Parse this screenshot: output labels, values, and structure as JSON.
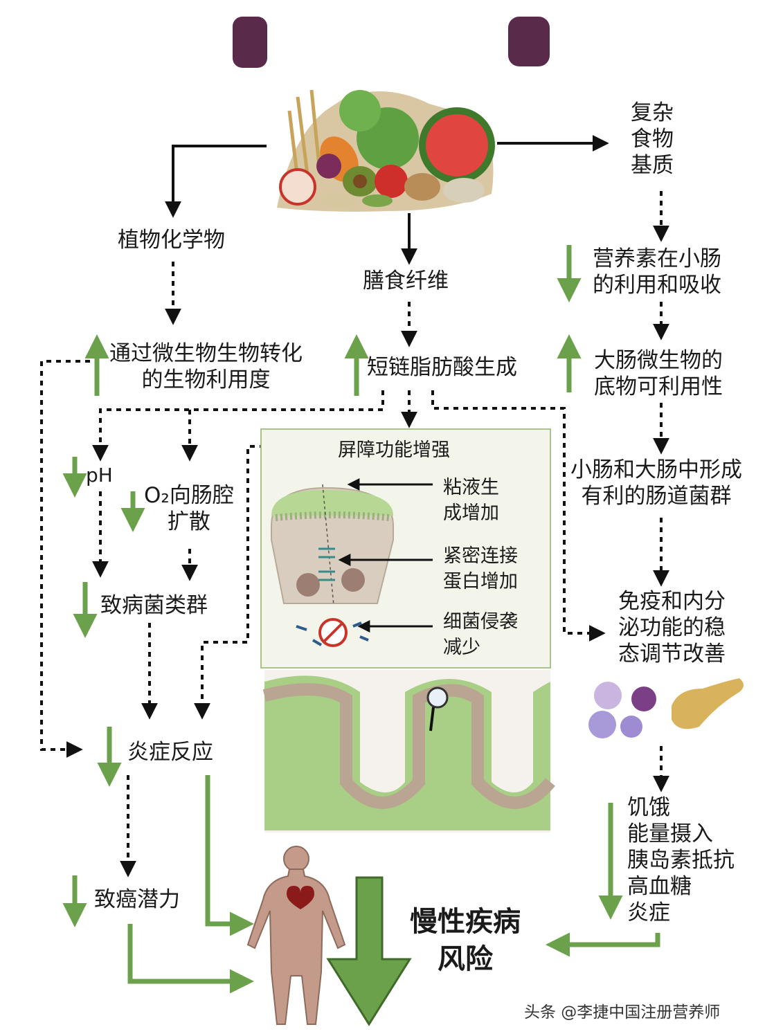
{
  "diagram": {
    "root_to_left": "植物化学物",
    "root_to_mid": "膳食纤维",
    "root_to_right": [
      "复杂",
      "食物",
      "基质"
    ],
    "left_bio": [
      "通过微生物生物转化",
      "的生物利用度"
    ],
    "mid_scfa": "短链脂肪酸生成",
    "right_nutrients": [
      "营养素在小肠",
      "的利用和吸收"
    ],
    "right_substrate": [
      "大肠微生物的",
      "底物可利用性"
    ],
    "right_flora": [
      "小肠和大肠中形成",
      "有利的肠道菌群"
    ],
    "right_homeostasis": [
      "免疫和内分",
      "泌功能的稳",
      "态调节改善"
    ],
    "right_effects": [
      "饥饿",
      "能量摄入",
      "胰岛素抵抗",
      "高血糖",
      "炎症"
    ],
    "ph": "pH",
    "o2": [
      "O₂向肠腔",
      "扩散"
    ],
    "pathogens": "致病菌类群",
    "inflammation": "炎症反应",
    "cancer": "致癌潜力",
    "chronic": [
      "慢性疾病",
      "风险"
    ],
    "inset": {
      "title": "屏障功能增强",
      "mucus": [
        "粘液生",
        "成增加"
      ],
      "tight": [
        "紧密连接",
        "蛋白增加"
      ],
      "bacteria": [
        "细菌侵袭",
        "减少"
      ]
    }
  },
  "colors": {
    "green": "#6ba14a",
    "black": "#111111",
    "inset_bg": "#f3f5ea",
    "inset_border": "#a7c48d",
    "tissue": "#a9cf87",
    "body": "#c49a8a",
    "heart": "#8b1a1a"
  },
  "watermark": "头条 @李捷中国注册营养师"
}
